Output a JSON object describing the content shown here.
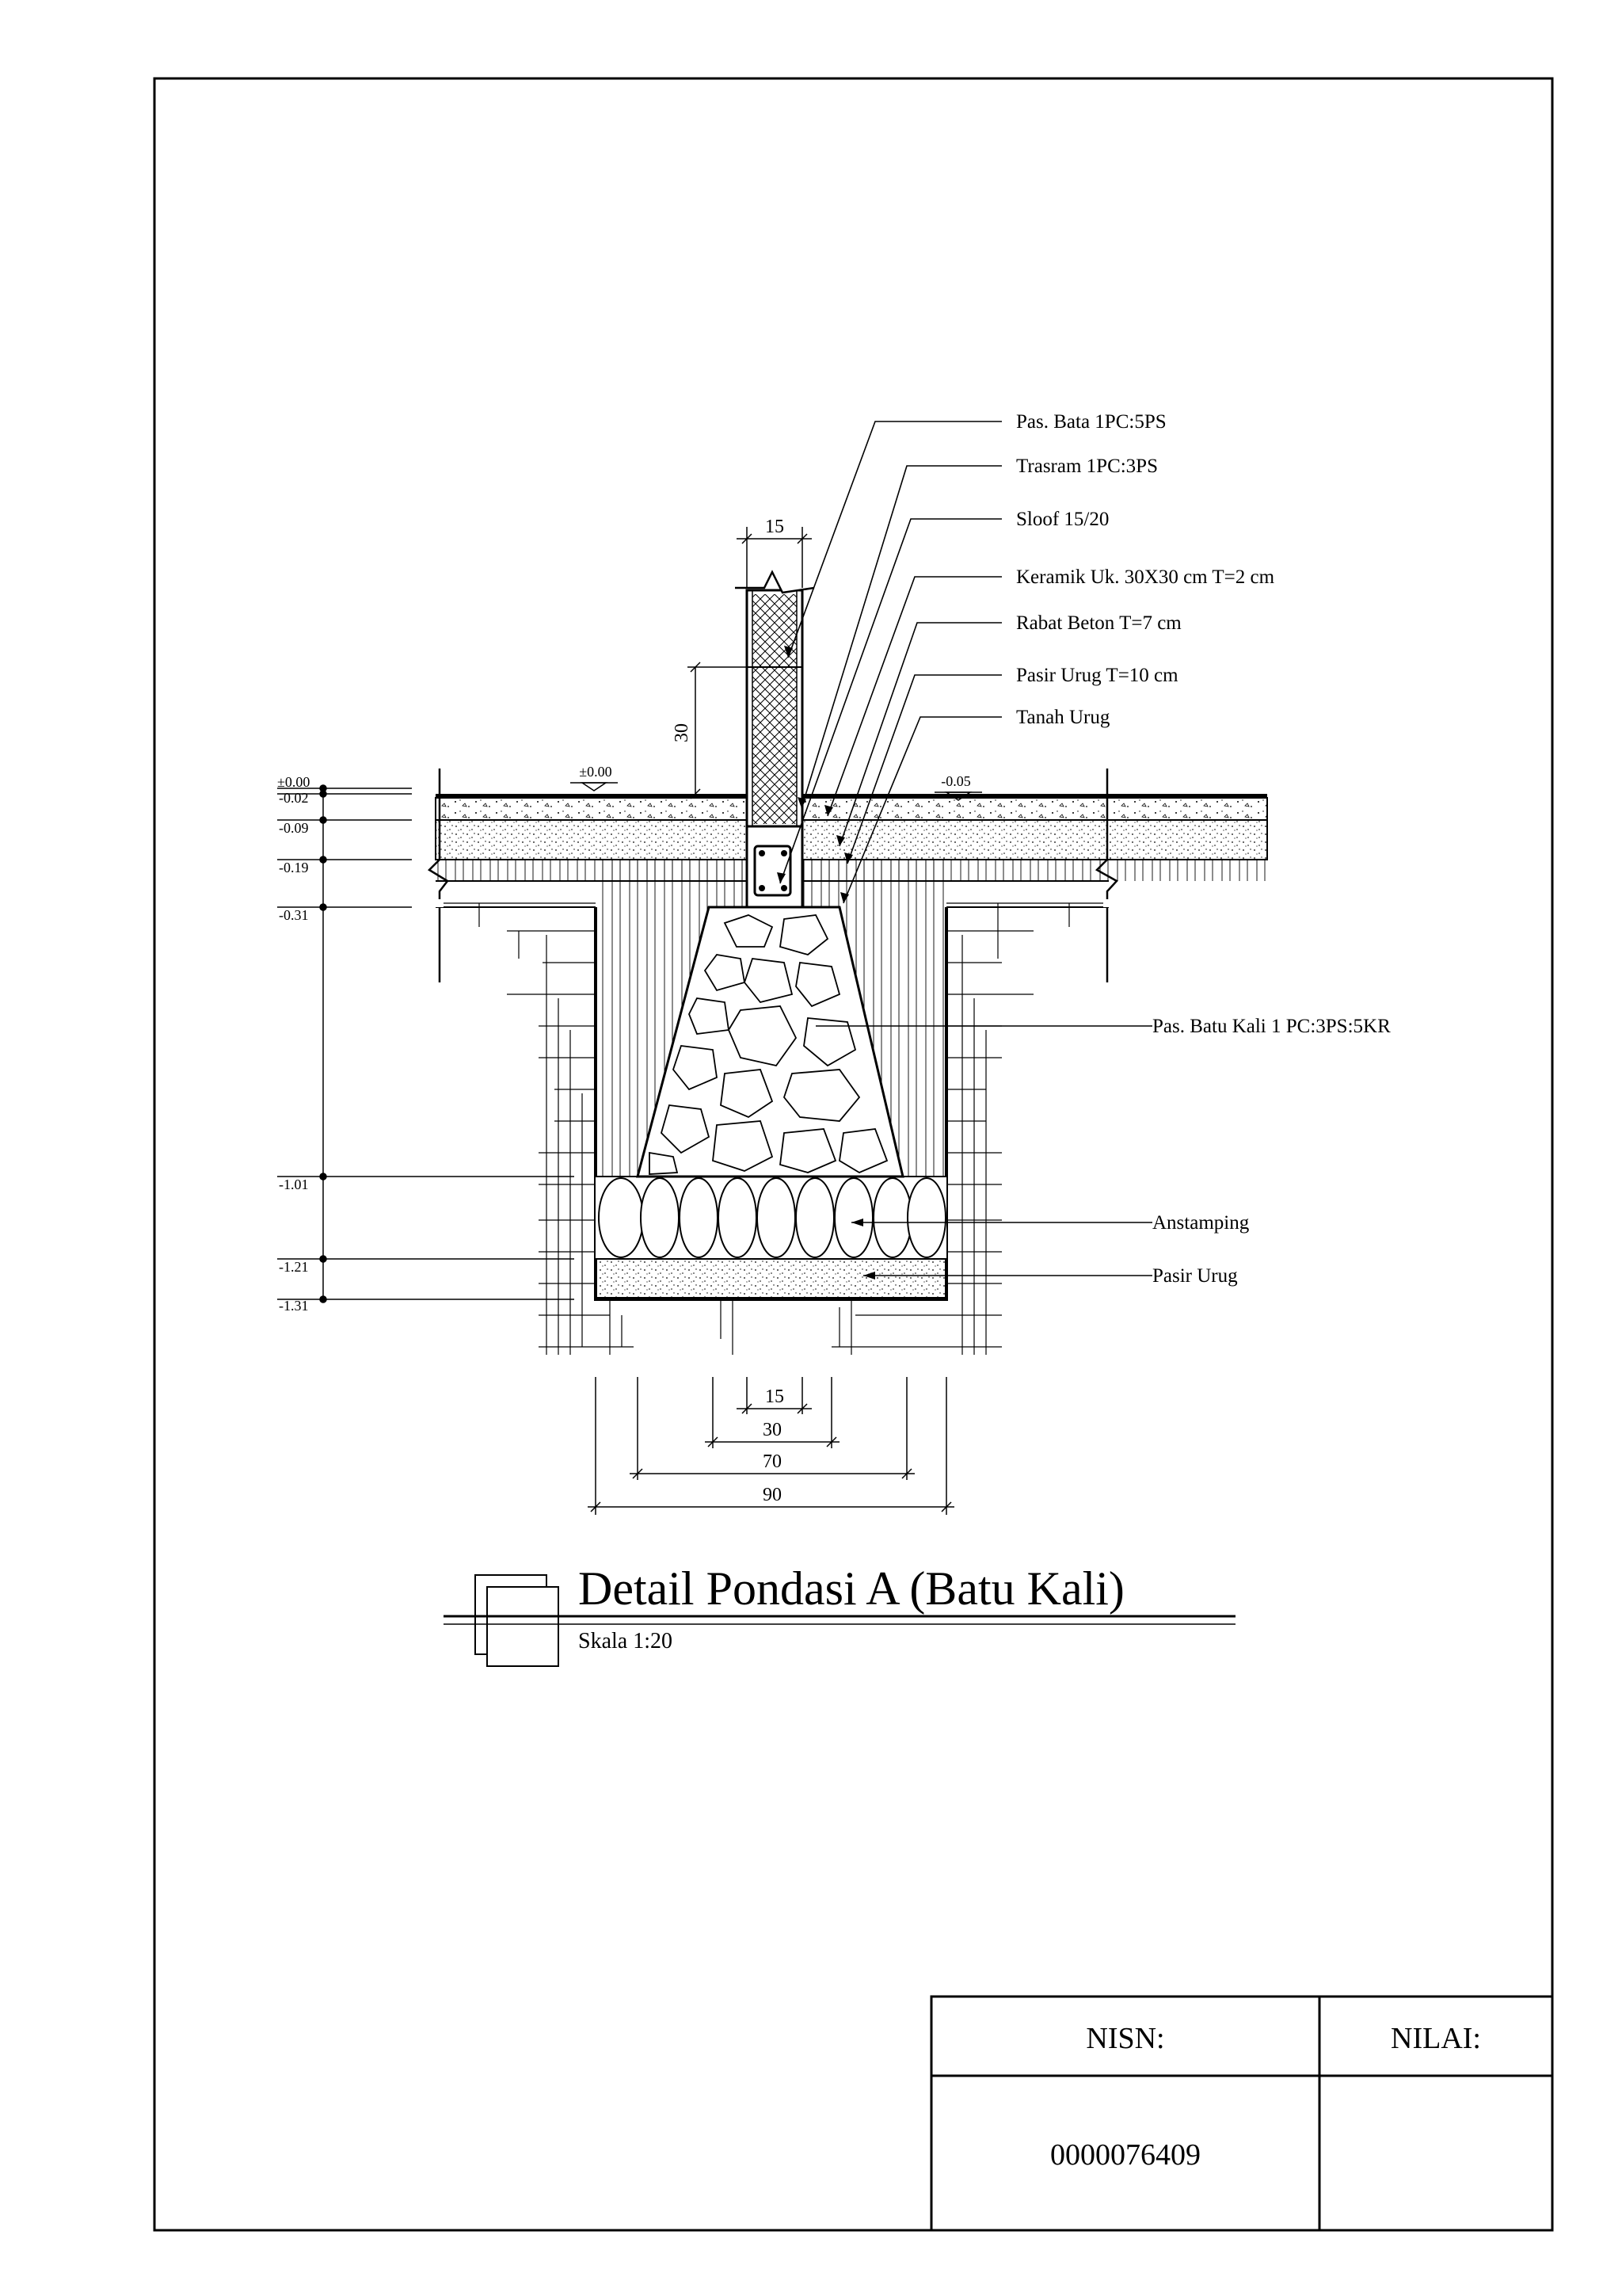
{
  "labels": {
    "pas_bata": "Pas. Bata 1PC:5PS",
    "trasram": "Trasram 1PC:3PS",
    "sloof": "Sloof 15/20",
    "keramik": "Keramik Uk. 30X30 cm T=2 cm",
    "rabat_beton": "Rabat Beton T=7 cm",
    "pasir_urug_top": "Pasir Urug T=10 cm",
    "tanah_urug": "Tanah Urug",
    "batu_kali": "Pas. Batu Kali 1 PC:3PS:5KR",
    "anstamping": "Anstamping",
    "pasir_urug_bottom": "Pasir Urug"
  },
  "levels": {
    "l000": "±0.00",
    "l002": "-0.02",
    "l009": "-0.09",
    "l019": "-0.19",
    "l031": "-0.31",
    "l101": "-1.01",
    "l121": "-1.21",
    "l131": "-1.31",
    "floor_left": "±0.00",
    "floor_right": "-0.05"
  },
  "dims": {
    "wall_width": "15",
    "wall_height": "30",
    "b15": "15",
    "b30": "30",
    "b70": "70",
    "b90": "90"
  },
  "title": {
    "main": "Detail Pondasi A (Batu Kali)",
    "scale": "Skala 1:20"
  },
  "title_block": {
    "nisn_label": "NISN:",
    "nilai_label": "NILAI:",
    "nisn_value": "0000076409",
    "nilai_value": ""
  }
}
